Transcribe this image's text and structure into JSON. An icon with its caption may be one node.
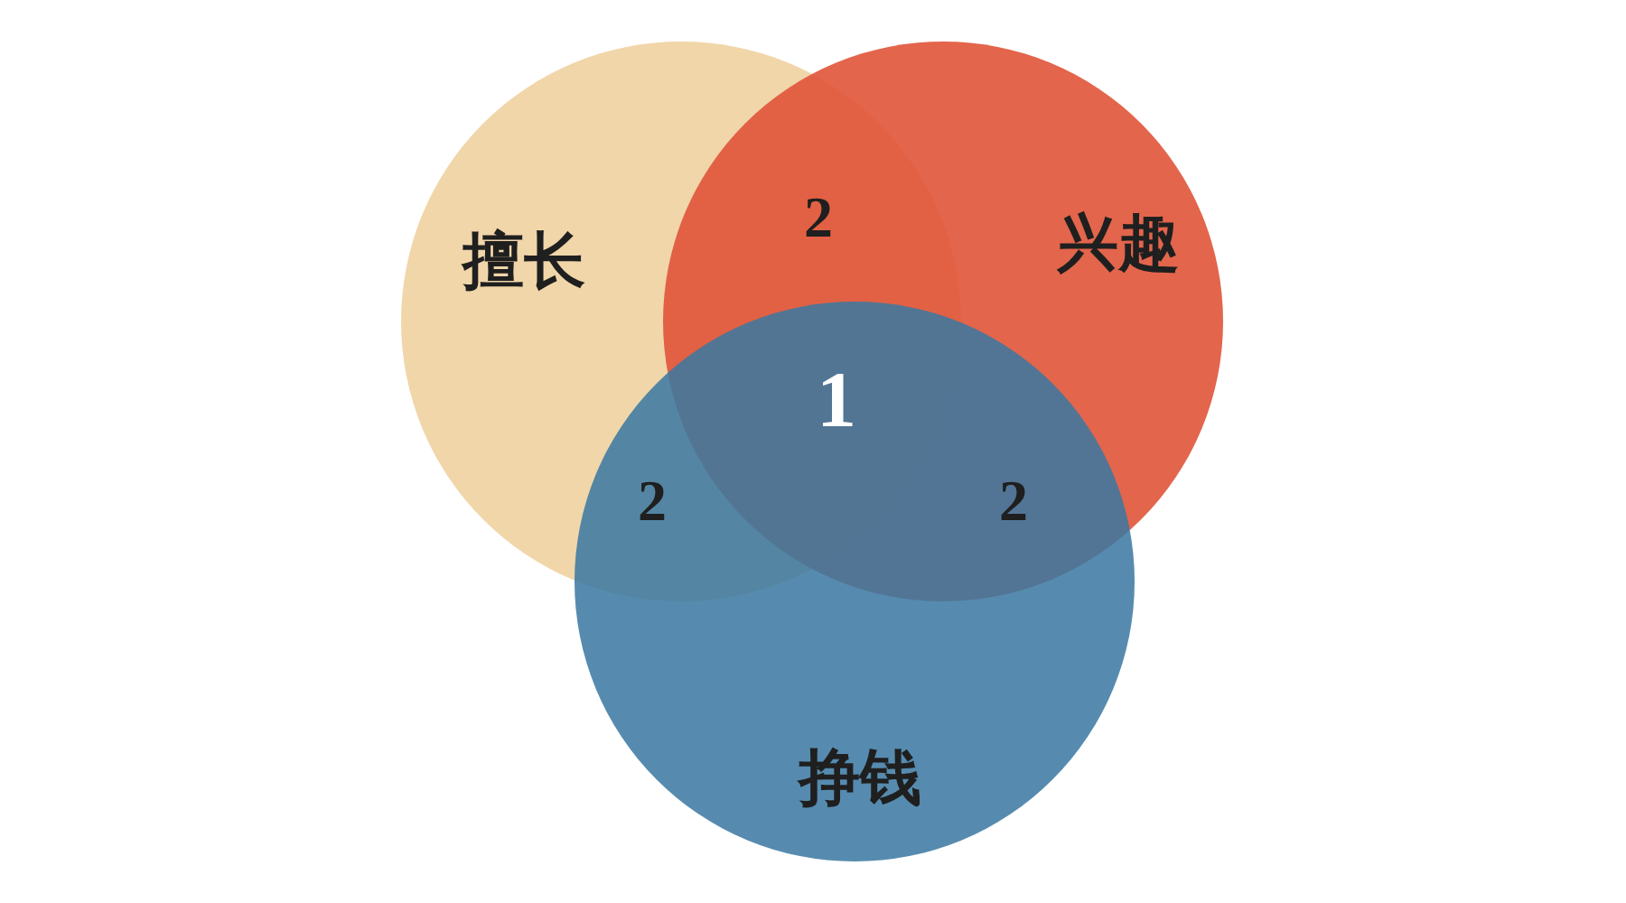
{
  "diagram": {
    "nodes": [
      {
        "text": [
          "擅长"
        ]
      },
      {
        "text": [
          "兴趣"
        ]
      },
      {
        "text": [
          "挣钱"
        ]
      }
    ],
    "labels": [
      "2",
      "1",
      "2",
      "2"
    ]
  }
}
